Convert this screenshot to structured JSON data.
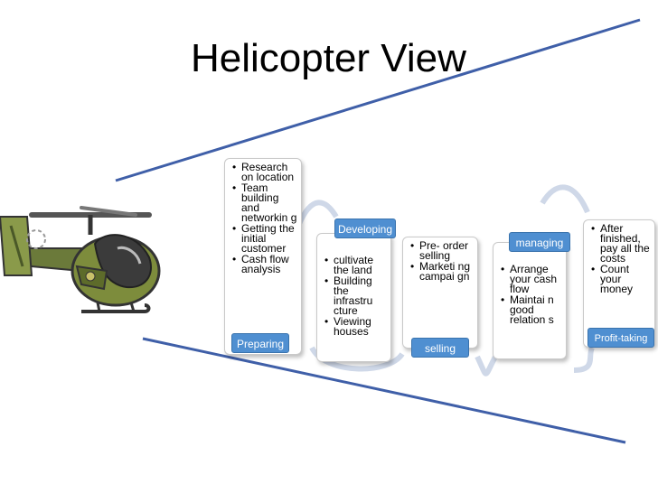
{
  "title": "Helicopter View",
  "stages": [
    {
      "label": "Preparing",
      "items": [
        "Research on location",
        "Team building and networkin g",
        "Getting the initial customer",
        "Cash flow analysis"
      ]
    },
    {
      "label": "Developing",
      "items": [
        "cultivate the land",
        "Building the infrastru cture",
        "Viewing houses"
      ]
    },
    {
      "label": "selling",
      "items": [
        "Pre- order selling",
        "Marketi ng campai gn"
      ]
    },
    {
      "label": "managing",
      "items": [
        "Arrange your cash flow",
        "Maintai n good relation s"
      ]
    },
    {
      "label": "Profit-taking",
      "items": [
        "After finished, pay  all the costs",
        "Count your money"
      ]
    }
  ],
  "colors": {
    "accent": "#4f8fd1",
    "guide": "#3f5fa8",
    "connector": "#cfd8e8"
  },
  "icons": [
    "helicopter-icon"
  ]
}
